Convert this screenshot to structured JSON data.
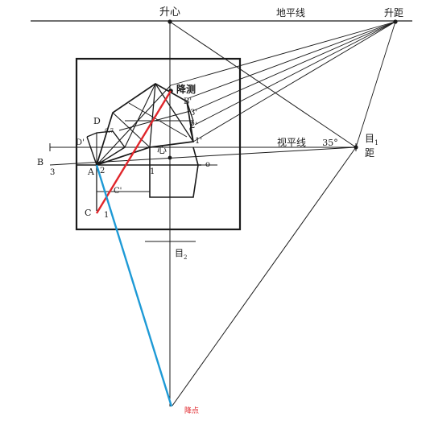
{
  "labels": {
    "top_center": "升心",
    "horizon_top": "地平线",
    "top_right": "升距",
    "eye_level": "视平线",
    "angle": "35°",
    "eye1": "目",
    "eye1_sub": "1",
    "distance": "距",
    "center": "心",
    "eye2": "目",
    "eye2_sub": "2",
    "descend_measure": "降测",
    "descend_point": "降点",
    "pt_B": "B",
    "pt_3": "3",
    "pt_A": "A",
    "pt_2": "2",
    "pt_1_base": "1",
    "pt_o": "o",
    "pt_D": "D",
    "pt_D_prime": "D'",
    "pt_07": "0.7",
    "pt_B_prime": "B'",
    "pt_3_prime": "3'",
    "pt_2_prime": "2'",
    "pt_1_prime": "1'",
    "pt_C_prime": "C'",
    "pt_C": "C",
    "pt_1_low": "1"
  },
  "colors": {
    "ink": "#1a1a1a",
    "red_line": "#e0262b",
    "blue_line": "#1e9ad6",
    "red_label": "#e0262b"
  }
}
